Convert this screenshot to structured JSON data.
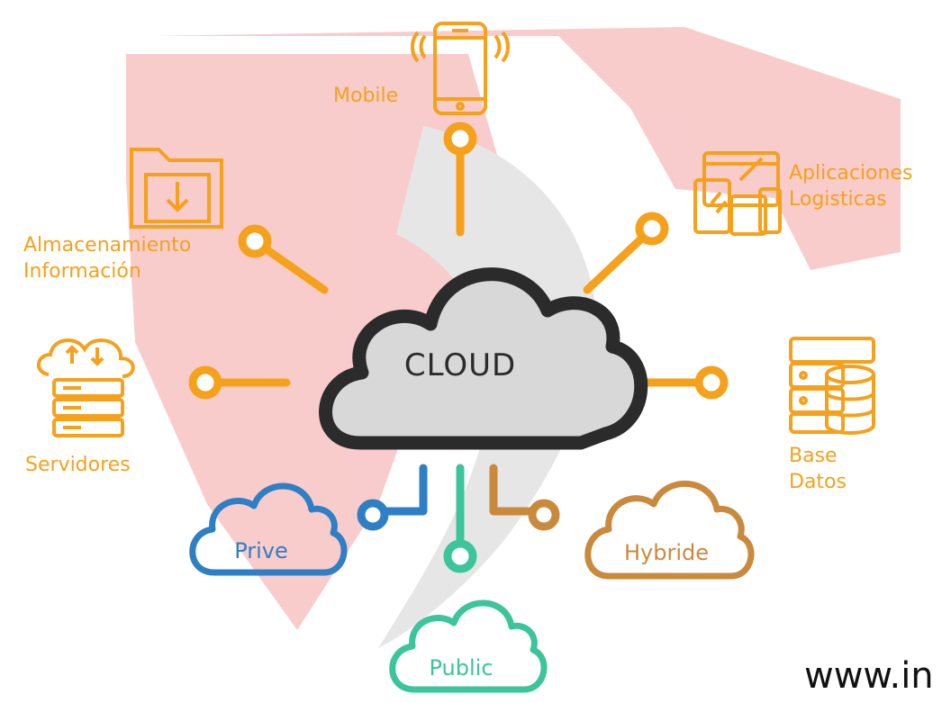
{
  "center": {
    "label": "CLOUD"
  },
  "nodes": {
    "mobile": {
      "label": "Mobile",
      "icon": "smartphone-icon"
    },
    "aplicaciones": {
      "lines": [
        "Aplicaciones",
        "Logisticas"
      ],
      "icon": "devices-icon"
    },
    "almacenamiento": {
      "lines": [
        "Almacenamiento",
        "Información"
      ],
      "icon": "folder-download-icon"
    },
    "servidores": {
      "label": "Servidores",
      "icon": "server-cloud-icon"
    },
    "base_datos": {
      "lines": [
        "Base",
        "Datos"
      ],
      "icon": "database-icon"
    }
  },
  "cloud_types": {
    "prive": {
      "label": "Prive"
    },
    "public": {
      "label": "Public"
    },
    "hybride": {
      "label": "Hybride"
    }
  },
  "footer": {
    "url": "www.in"
  },
  "colors": {
    "orange": "#f5a11c",
    "blue": "#2f7fc4",
    "green": "#3cc49a",
    "brown": "#c98a3e",
    "cloud_outline": "#2b2b2b",
    "cloud_fill": "#d8d8d8",
    "shield_red": "#f06464",
    "shield_grey": "#c4c4c4"
  }
}
